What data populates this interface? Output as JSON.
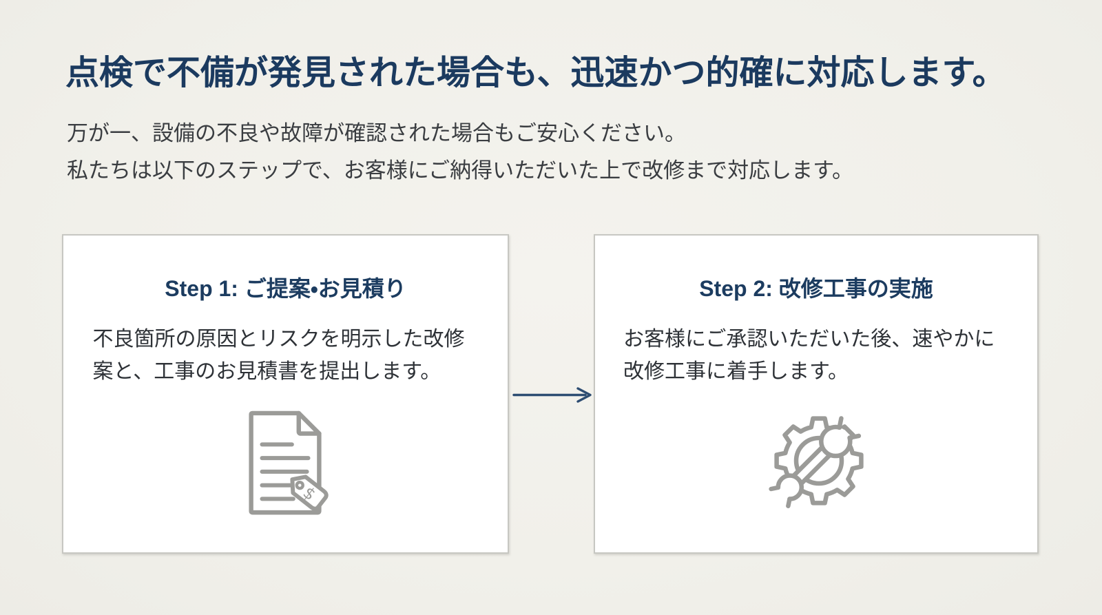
{
  "header": {
    "title": "点検で不備が発見された場合も、迅速かつ的確に対応します。",
    "intro_line1": "万が一、設備の不良や故障が確認された場合もご安心ください。",
    "intro_line2": "私たちは以下のステップで、お客様にご納得いただいた上で改修まで対応します。"
  },
  "steps": [
    {
      "title": "Step 1: ご提案・お見積り",
      "body": "不良箇所の原因とリスクを明示した改修案と、工事のお見積書を提出します。",
      "icon": "document-price-tag-icon"
    },
    {
      "title": "Step 2: 改修工事の実施",
      "body": "お客様にご承認いただいた後、速やかに改修工事に着手します。",
      "icon": "gear-wrench-icon"
    }
  ],
  "connector": {
    "type": "arrow-right",
    "from": "step-1",
    "to": "step-2"
  },
  "colors": {
    "background": "#f1f0ea",
    "card_background": "#ffffff",
    "card_border": "#c7c7c2",
    "heading_navy": "#1b3a5f",
    "body_text": "#2e3237",
    "icon_gray": "#9b9b98",
    "arrow_navy": "#2d4d72",
    "tag_dollar": "$"
  }
}
